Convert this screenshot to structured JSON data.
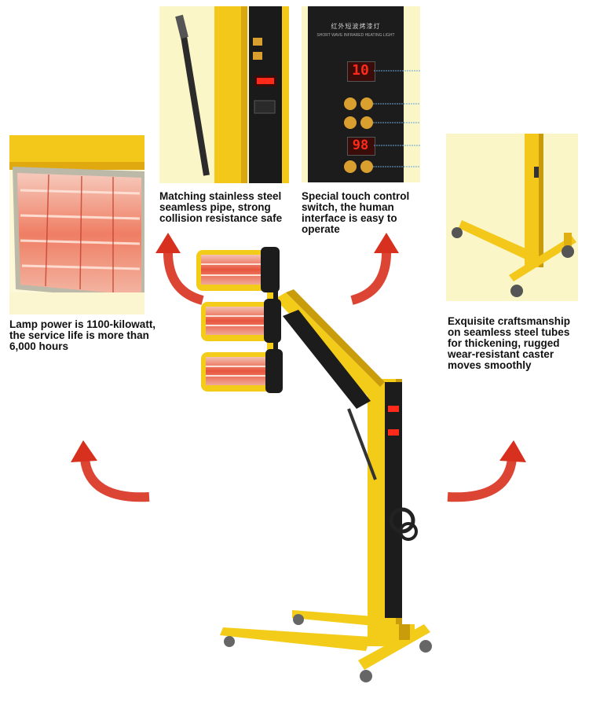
{
  "captions": {
    "lamp_power": "Lamp power is 1100-kilowatt, the service life is more than 6,000 hours",
    "stainless_pipe": "Matching stainless steel seamless pipe, strong collision resistance safe",
    "touch_control": "Special touch control switch, the human interface is easy to operate",
    "craftsmanship": "Exquisite craftsmanship on seamless steel tubes for thickening, rugged wear-resistant caster moves smoothly"
  },
  "control_panel": {
    "title_cn": "红外短波烤漆灯",
    "title_en": "SHORT WAVE INFRARED HEATING LIGHT",
    "display_top": "10",
    "display_bottom": "98"
  },
  "colors": {
    "frame_yellow": "#f3cc1a",
    "panel_black": "#1a1a1a",
    "lamp_red": "#e8553d",
    "arrow_red": "#d8301e",
    "led_red": "#ff2a1a",
    "button_amber": "#d9a030"
  }
}
